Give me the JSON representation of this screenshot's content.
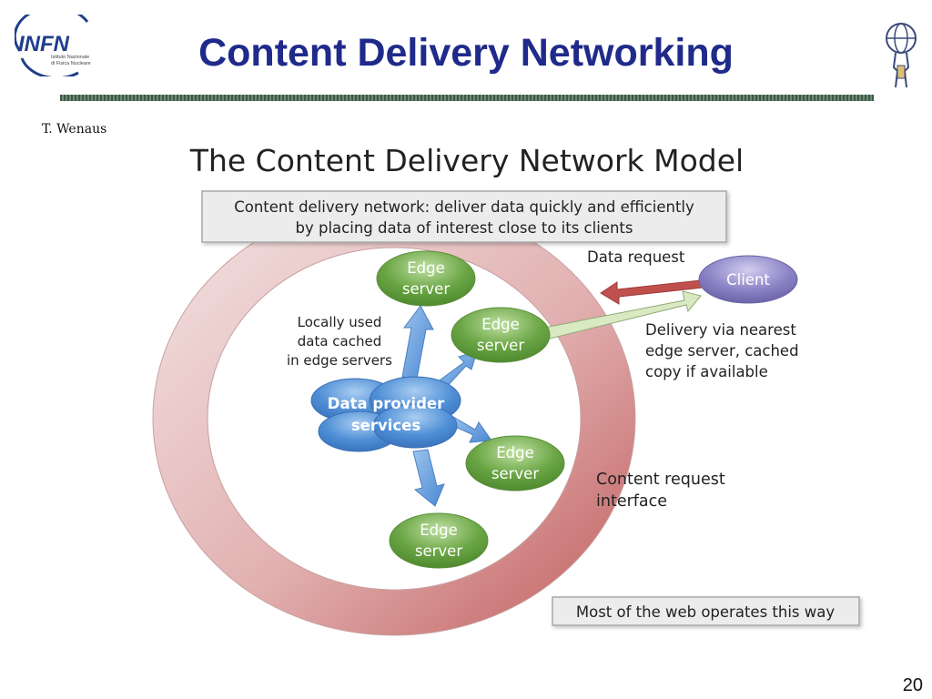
{
  "slide": {
    "title": "Content Delivery Networking",
    "author": "T. Wenaus",
    "page_number": "20"
  },
  "logos": {
    "left": {
      "name": "INFN",
      "wordmark": "INFN",
      "caption_line1": "Istituto Nazionale",
      "caption_line2": "di Fisica Nucleare"
    },
    "right": {
      "name": "ATLAS"
    }
  },
  "figure": {
    "heading": "The Content Delivery Network Model",
    "definition_line1": "Content delivery network: deliver data quickly and efficiently",
    "definition_line2": "by placing data of interest close to its clients",
    "edge_server_line1": "Edge",
    "edge_server_line2": "server",
    "client": "Client",
    "data_provider_line1": "Data provider",
    "data_provider_line2": "services",
    "data_request": "Data request",
    "locally_used_line1": "Locally used",
    "locally_used_line2": "data cached",
    "locally_used_line3": "in edge servers",
    "delivery_line1": "Delivery via nearest",
    "delivery_line2": "edge server, cached",
    "delivery_line3": "copy if available",
    "content_request_line1": "Content request",
    "content_request_line2": "interface",
    "footnote": "Most of the web operates this way"
  },
  "colors": {
    "title": "#1f2a8a",
    "edge_server": "#6aa544",
    "client": "#8c84c6",
    "data_provider": "#4f8fd6",
    "ring": "#c86464",
    "request_arrow": "#c0504d",
    "delivery_arrow": "#d7e7bf"
  }
}
